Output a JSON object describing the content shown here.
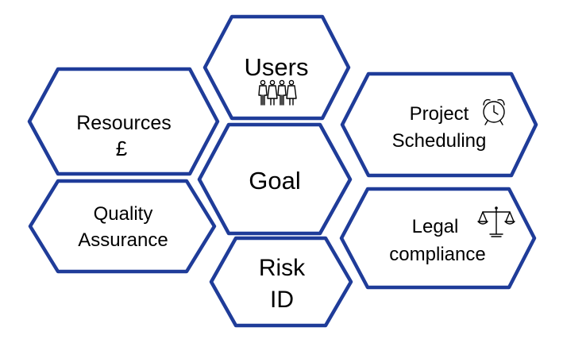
{
  "colors": {
    "border": "#1f3c99",
    "fill": "#ffffff",
    "text": "#000000"
  },
  "nodes": {
    "users": {
      "label": "Users",
      "icon": "people-group-icon"
    },
    "resources": {
      "line1": "Resources",
      "line2": "£"
    },
    "project": {
      "line1": "Project",
      "line2": "Scheduling",
      "icon": "alarm-clock-icon"
    },
    "goal": {
      "label": "Goal"
    },
    "quality": {
      "line1": "Quality",
      "line2": "Assurance"
    },
    "legal": {
      "line1": "Legal",
      "line2": "compliance",
      "icon": "scales-of-justice-icon"
    },
    "risk": {
      "line1": "Risk",
      "line2": "ID"
    }
  }
}
